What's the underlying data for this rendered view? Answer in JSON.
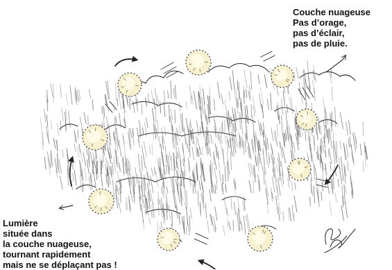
{
  "annotations": {
    "top_right": [
      "Couche nuageuse",
      "Pas d’orage,",
      "pas d’éclair,",
      "pas de pluie."
    ],
    "bottom_left": [
      "Lumière",
      "située dans",
      "la couche nuageuse,",
      "tournant rapidement",
      "mais ne se déplaçant pas !"
    ]
  },
  "colors": {
    "ink": "#222222",
    "hatching": "#6b6b6b",
    "light_fill": "#f7f1cf",
    "light_outline": "#444444"
  },
  "icons": [
    "light-sphere-icon",
    "rotation-arrow-icon",
    "signature-icon"
  ]
}
